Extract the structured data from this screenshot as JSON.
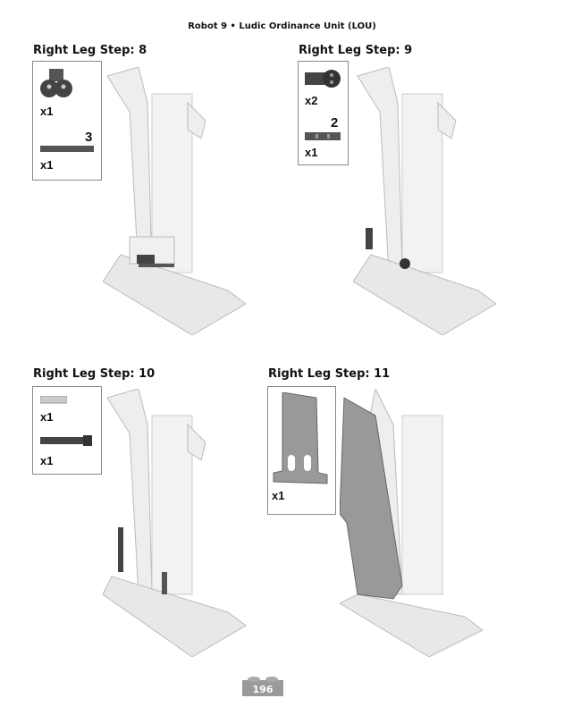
{
  "header": "Robot 9 • Ludic Ordinance Unit (LOU)",
  "steps": [
    {
      "title": "Right Leg Step: 8",
      "parts": [
        {
          "qty": "x1",
          "icon": "double-pin-connector"
        },
        {
          "qty": "x1",
          "length": "3",
          "icon": "axle"
        }
      ]
    },
    {
      "title": "Right Leg Step: 9",
      "parts": [
        {
          "qty": "x2",
          "icon": "axle-pin-connector"
        },
        {
          "qty": "x1",
          "length": "2",
          "icon": "axle-with-stop"
        }
      ]
    },
    {
      "title": "Right Leg Step: 10",
      "parts": [
        {
          "qty": "x1",
          "icon": "light-pin"
        },
        {
          "qty": "x1",
          "icon": "dark-long-pin"
        }
      ]
    },
    {
      "title": "Right Leg Step: 11",
      "parts": [
        {
          "qty": "x1",
          "icon": "panel"
        }
      ]
    }
  ],
  "page_number": "196",
  "colors": {
    "part": "#4a4a4a",
    "model": "#e6e6e6"
  }
}
